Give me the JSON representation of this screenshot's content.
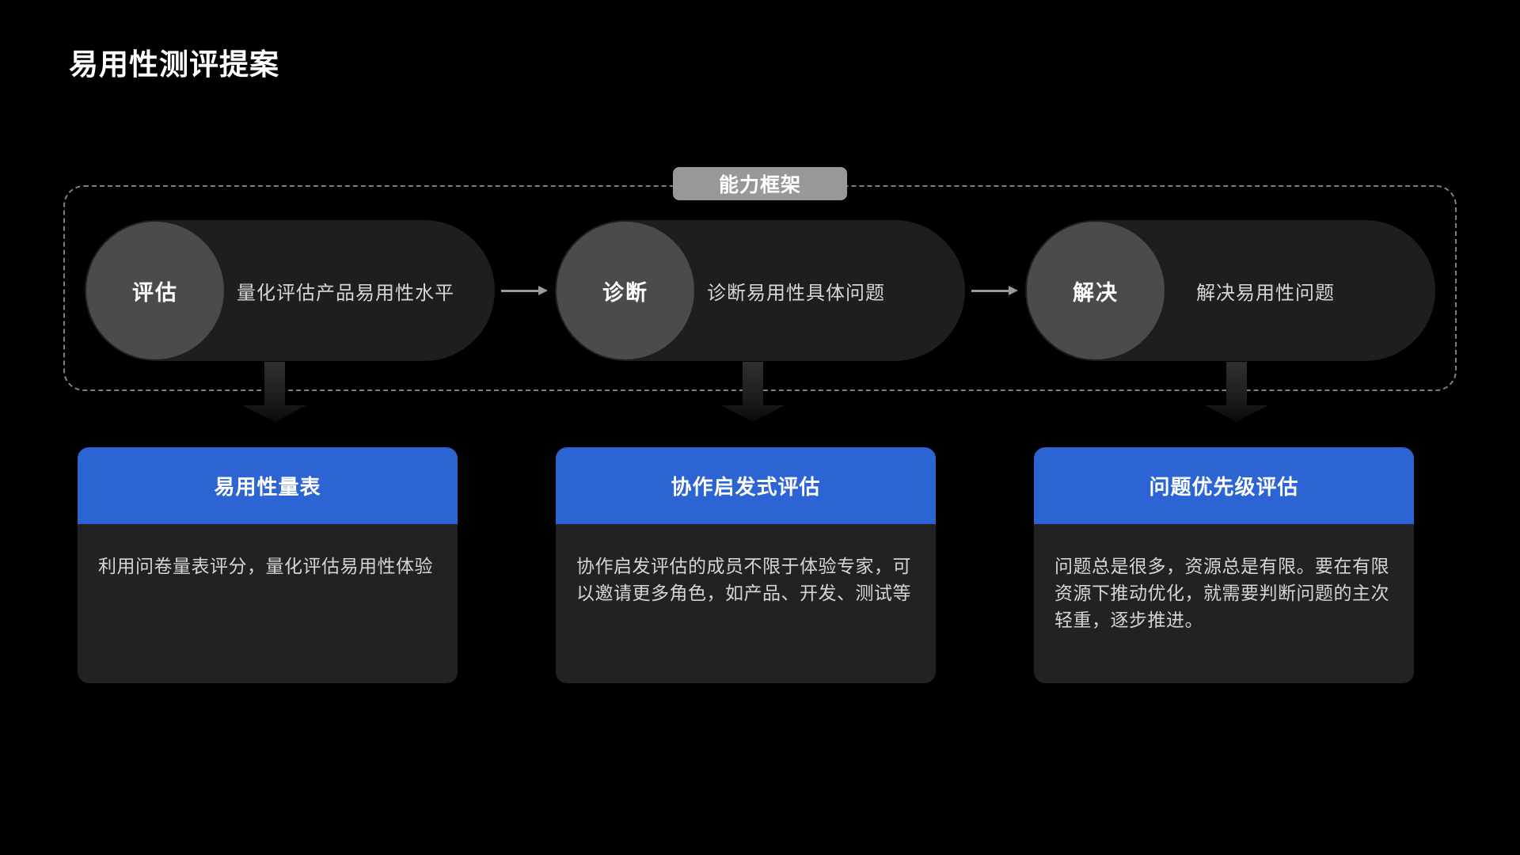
{
  "page": {
    "title": "易用性测评提案",
    "background_color": "#000000"
  },
  "framework": {
    "badge_label": "能力框架",
    "badge_color": "#98989b",
    "border_style": "dashed",
    "steps": [
      {
        "label": "评估",
        "desc": "量化评估产品易用性水平"
      },
      {
        "label": "诊断",
        "desc": "诊断易用性具体问题"
      },
      {
        "label": "解决",
        "desc": "解决易用性问题"
      }
    ]
  },
  "cards": [
    {
      "title": "易用性量表",
      "body": "利用问卷量表评分，量化评估易用性体验"
    },
    {
      "title": "协作启发式评估",
      "body": "协作启发评估的成员不限于体验专家，可以邀请更多角色，如产品、开发、测试等"
    },
    {
      "title": "问题优先级评估",
      "body": "问题总是很多，资源总是有限。要在有限资源下推动优化，就需要判断问题的主次轻重，逐步推进。"
    }
  ],
  "icons": {
    "flow_arrow": "right-arrow",
    "drop_arrow": "down-block-arrow"
  },
  "colors": {
    "accent_blue": "#2d64d4",
    "pill_background": "#1e1e20",
    "circle_background": "#4b4b4d",
    "card_body_background": "#222225",
    "badge_gray": "#98989b",
    "text_primary": "#ffffff",
    "text_secondary": "#d6d6d8"
  }
}
